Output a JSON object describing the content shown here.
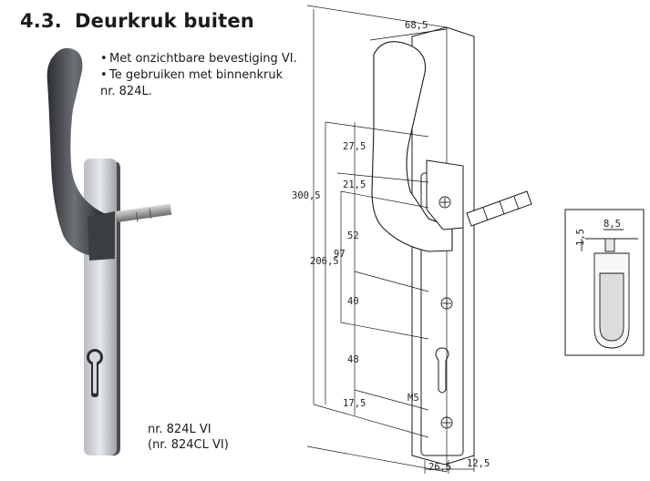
{
  "header": {
    "section_number": "4.3.",
    "title": "Deurkruk buiten"
  },
  "features": [
    {
      "text": "Met onzichtbare bevestiging VI."
    },
    {
      "text": "Te gebruiken met binnenkruk",
      "continuation": "nr. 824L."
    }
  ],
  "product_caption": {
    "line1": "nr. 824L VI",
    "line2": "(nr. 824CL VI)"
  },
  "dimensions": {
    "plate_width": "68,5",
    "total_height": "300,5",
    "dist_206": "206,5",
    "dist_97": "97",
    "top_27": "27,5",
    "step_21": "21,5",
    "step_52": "52",
    "step_40": "40",
    "step_48": "48",
    "step_17": "17,5",
    "screw": "M5",
    "bottom_26": "26,5",
    "bottom_12": "12,5"
  },
  "detail": {
    "width": "8,5",
    "depth": "1,5"
  }
}
